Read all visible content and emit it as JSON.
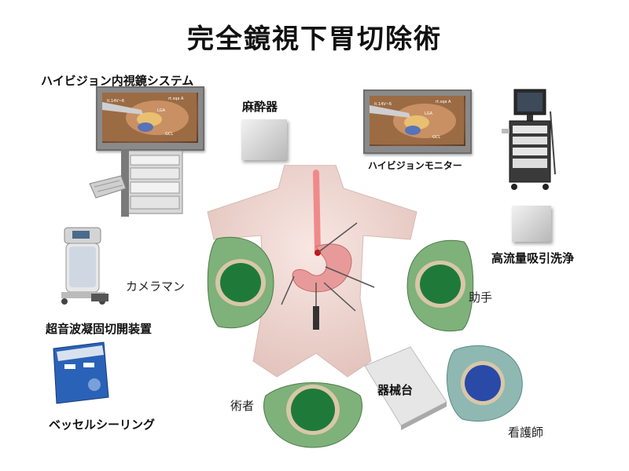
{
  "title": "完全鏡視下胃切除術",
  "labels": {
    "endoscope_system": "ハイビジョン内視鏡システム",
    "anesthesia": "麻酔器",
    "hd_monitor": "ハイビジョンモニター",
    "irrigation": "高流量吸引洗浄",
    "cameraman": "カメラマン",
    "assistant": "助手",
    "ultrasonic_device": "超音波凝固切開装置",
    "vessel_sealing": "ベッセルシーリング",
    "operator": "術者",
    "instrument_table": "器械台",
    "nurse": "看護師"
  },
  "screen_overlay": {
    "left_monitor": [
      "lt.14V~6",
      "rt.sqa A",
      "LGA",
      "GCL"
    ],
    "right_monitor": [
      "lt.14V~6",
      "rt.sqa A",
      "LGA",
      "GCL"
    ]
  },
  "colors": {
    "staff_body": "#7fb17a",
    "staff_head": "#1f7a3a",
    "nurse_body": "#8fb8b2",
    "nurse_head": "#2a4aa8",
    "skin": "#f2d9d4",
    "stomach": "#e89a9a"
  }
}
